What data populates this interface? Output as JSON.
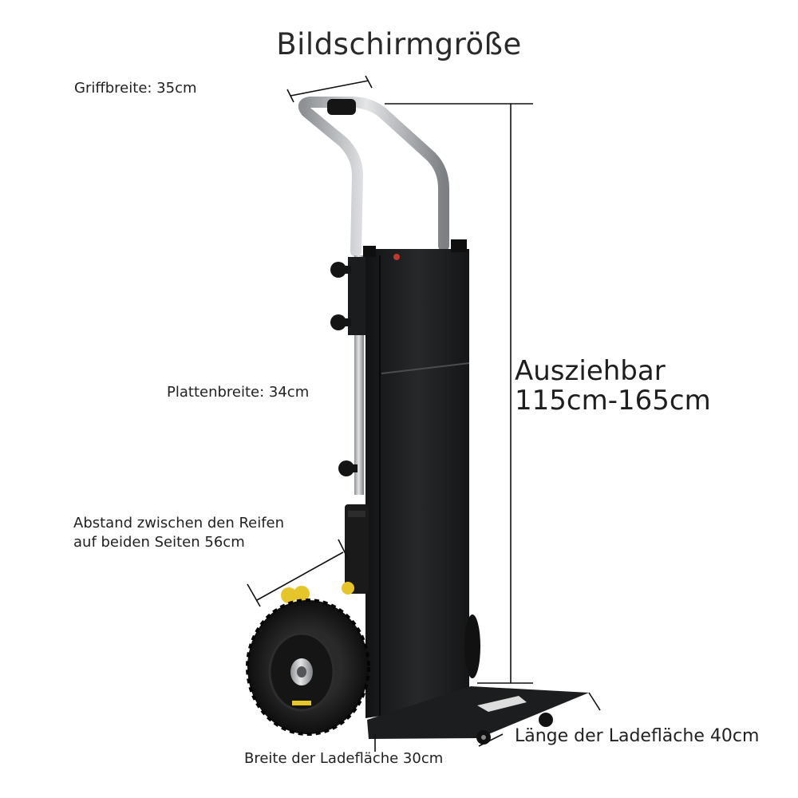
{
  "title": "Bildschirmgröße",
  "dimensions": {
    "handle_width": "Griffbreite: 35cm",
    "plate_width": "Plattenbreite: 34cm",
    "tire_spacing_line1": "Abstand zwischen den Reifen",
    "tire_spacing_line2": "auf beiden Seiten 56cm",
    "extendable_line1": "Ausziehbar",
    "extendable_line2": "115cm-165cm",
    "platform_length": "Länge der Ladefläche 40cm",
    "platform_width": "Breite der Ladefläche 30cm"
  },
  "colors": {
    "body": "#1d1f21",
    "metal": "#b9bcbf",
    "tire": "#161616",
    "accent_yellow": "#e6c52b",
    "line": "#111111"
  }
}
